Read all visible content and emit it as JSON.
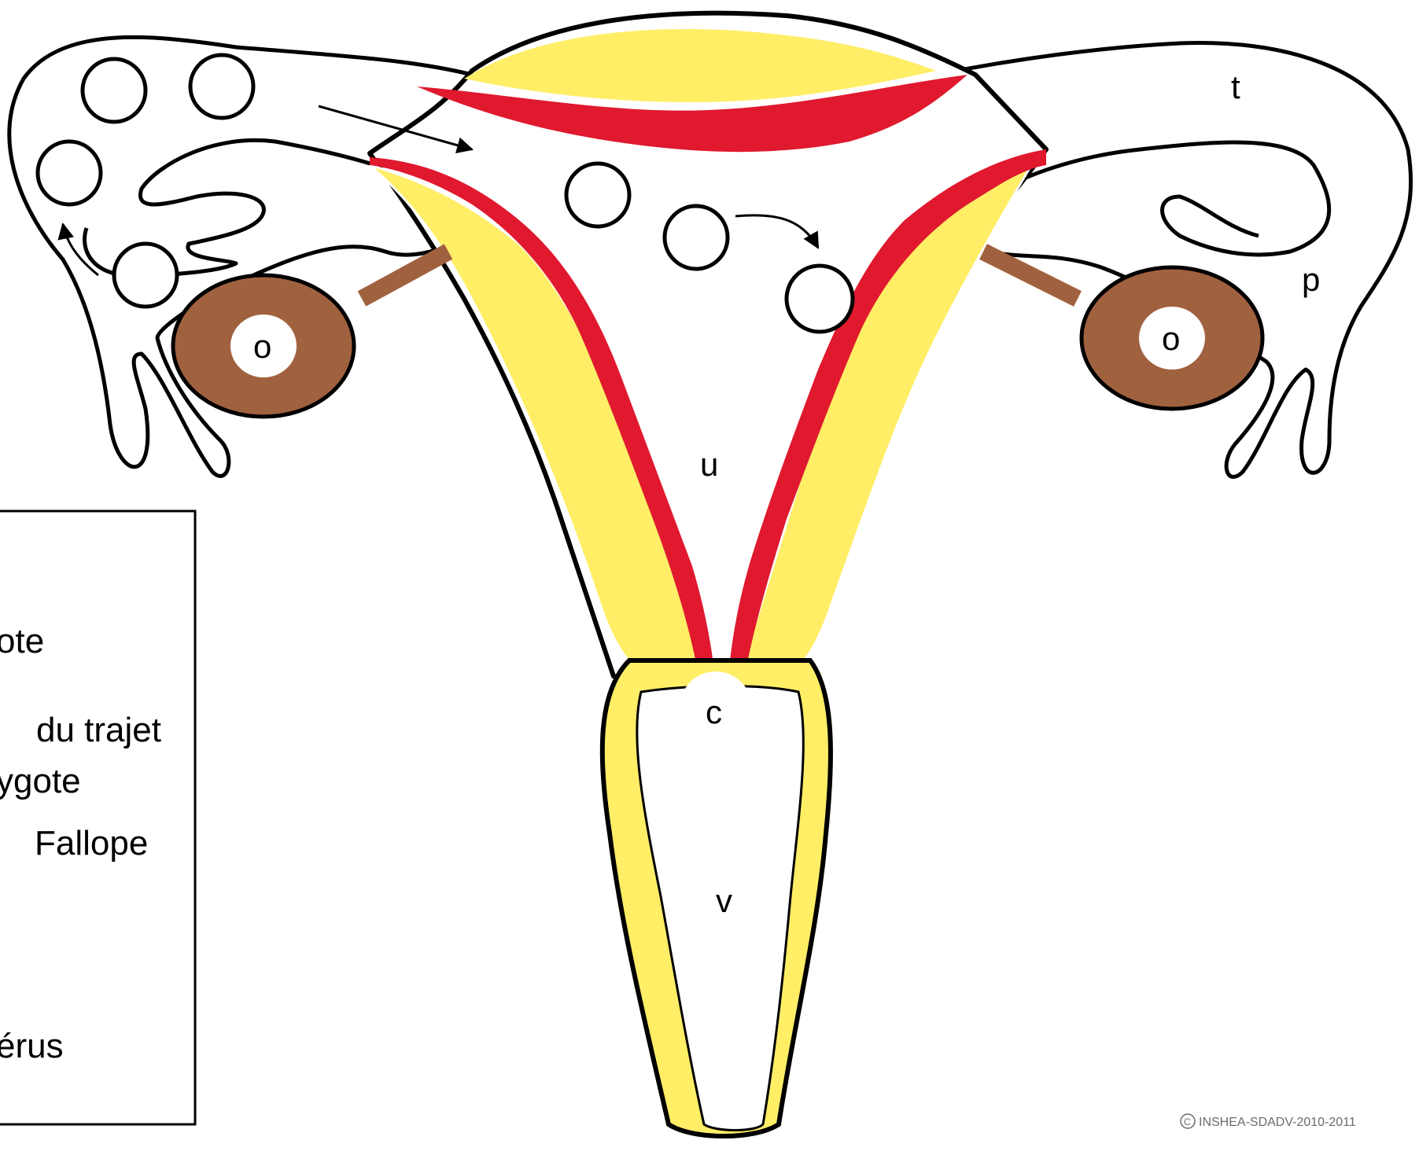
{
  "labels": {
    "fallopian_tube": "t",
    "pavilion": "p",
    "ovary_left": "o",
    "ovary_right": "o",
    "uterus": "u",
    "cervix": "c",
    "vagina": "v"
  },
  "legend": {
    "lines": [
      "ote",
      "du trajet",
      "ygote",
      "Fallope",
      "érus"
    ]
  },
  "copyright": "INSHEA-SDADV-2010-2011",
  "colors": {
    "yellow": "#FFEE66",
    "red": "#E0192E",
    "brown": "#A0613F",
    "outline": "#000000"
  }
}
